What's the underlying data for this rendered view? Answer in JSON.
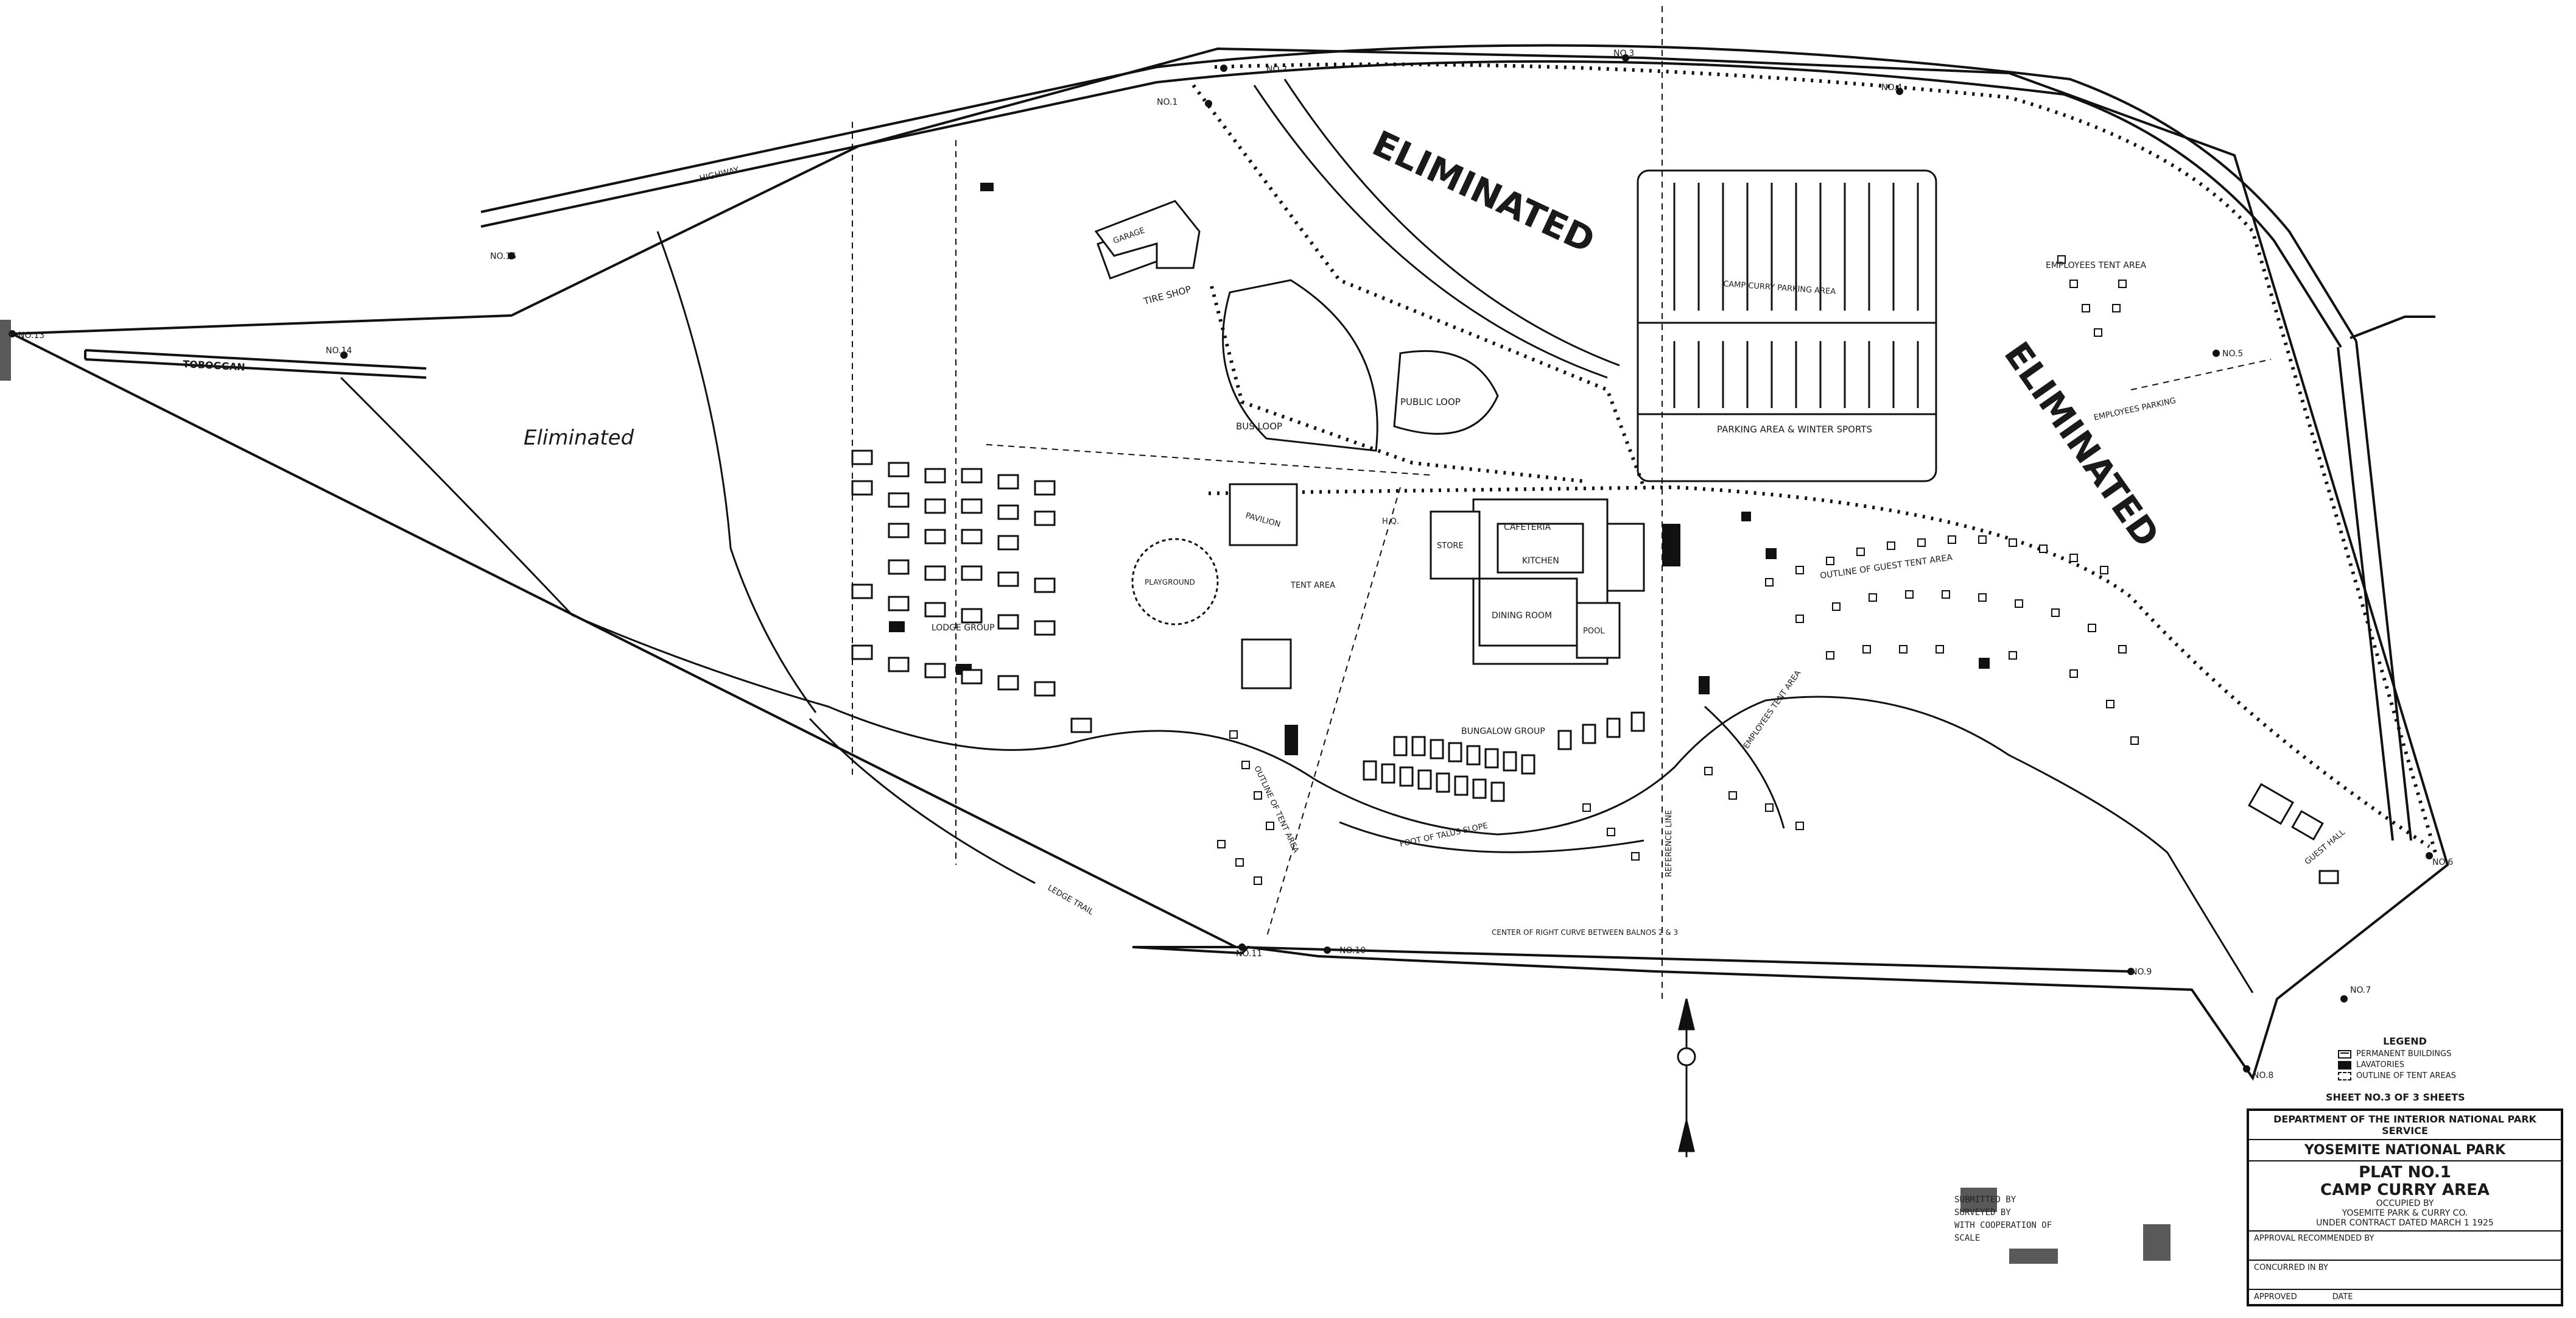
{
  "map": {
    "eliminated_north": "ELIMINATED",
    "eliminated_east": "ELIMINATED",
    "eliminated_handwritten": "Eliminated",
    "highway": "HIGHWAY",
    "toboggan": "TOBOGGAN",
    "garage": "GARAGE",
    "tire_shop": "TIRE SHOP",
    "bus_loop": "BUS LOOP",
    "public_loop": "PUBLIC LOOP",
    "parking_area_winter": "PARKING AREA & WINTER SPORTS",
    "camp_curry_parking": "CAMP CURRY PARKING AREA",
    "employees_tent_area": "EMPLOYEES TENT AREA",
    "employees_parking": "EMPLOYEES PARKING",
    "pavilion": "PAVILION",
    "cafeteria": "CAFETERIA",
    "kitchen": "KITCHEN",
    "dining_room": "DINING ROOM",
    "store": "STORE",
    "pool": "POOL",
    "playground": "PLAYGROUND",
    "lodge_group": "LODGE GROUP",
    "bungalow_group": "BUNGALOW GROUP",
    "tent_area": "TENT AREA",
    "outline_guest_tent_area": "OUTLINE OF GUEST TENT AREA",
    "outline_tent_area": "OUTLINE OF TENT AREA",
    "employees_tent_area_lower": "EMPLOYEES TENT AREA",
    "foot_of_talus_slope": "FOOT OF TALUS SLOPE",
    "center_right_curve": "CENTER OF RIGHT CURVE BETWEEN BALNOS 2 & 3",
    "reference_line": "REFERENCE LINE",
    "ledge_trail": "LEDGE TRAIL",
    "guest_hall": "GUEST HALL",
    "hq": "H.Q.",
    "stations": [
      "NO.1",
      "NO.2",
      "NO.3",
      "NO.4",
      "NO.5",
      "NO.6",
      "NO.7",
      "NO.8",
      "NO.9",
      "NO.10",
      "NO.11",
      "NO.13",
      "NO.14",
      "NO.15"
    ]
  },
  "legend": {
    "title": "LEGEND",
    "permanent": "PERMANENT BUILDINGS",
    "lavatories": "LAVATORIES",
    "tent_areas": "OUTLINE OF TENT AREAS"
  },
  "sheet": "SHEET NO.3 OF 3 SHEETS",
  "title_block": {
    "department": "DEPARTMENT OF THE INTERIOR  NATIONAL PARK SERVICE",
    "park": "YOSEMITE NATIONAL PARK",
    "plat": "PLAT NO.1",
    "area": "CAMP CURRY AREA",
    "occupied_by": "OCCUPIED BY",
    "company": "YOSEMITE PARK & CURRY CO.",
    "contract": "UNDER CONTRACT DATED MARCH 1 1925",
    "approval": "APPROVAL RECOMMENDED BY",
    "concurred": "CONCURRED IN BY",
    "approved": "APPROVED",
    "date": "DATE"
  },
  "submitted": {
    "line1": "SUBMITTED BY",
    "line2": "SURVEYED BY",
    "line3": "WITH COOPERATION OF",
    "line4": "SCALE"
  }
}
